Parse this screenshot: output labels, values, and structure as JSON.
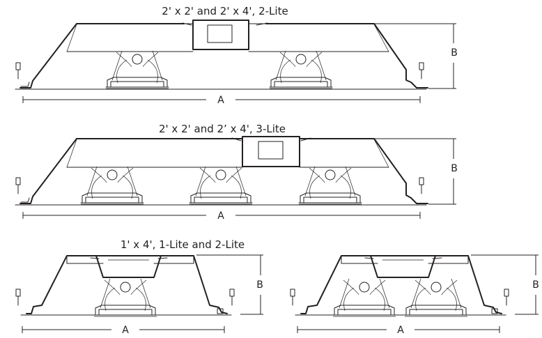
{
  "diagrams": [
    {
      "title": "2' x 2' and 2' x 4', 2-Lite",
      "dim_a": "A",
      "dim_b": "B"
    },
    {
      "title": "2' x 2' and 2’ x 4', 3-Lite",
      "dim_a": "A",
      "dim_b": "B"
    },
    {
      "title": "1' x 4', 1-Lite and 2-Lite",
      "dim_a_left": "A",
      "dim_b_left": "B",
      "dim_a_right": "A",
      "dim_b_right": "B"
    }
  ],
  "colors": {
    "line": "#231f20",
    "background": "#ffffff"
  }
}
